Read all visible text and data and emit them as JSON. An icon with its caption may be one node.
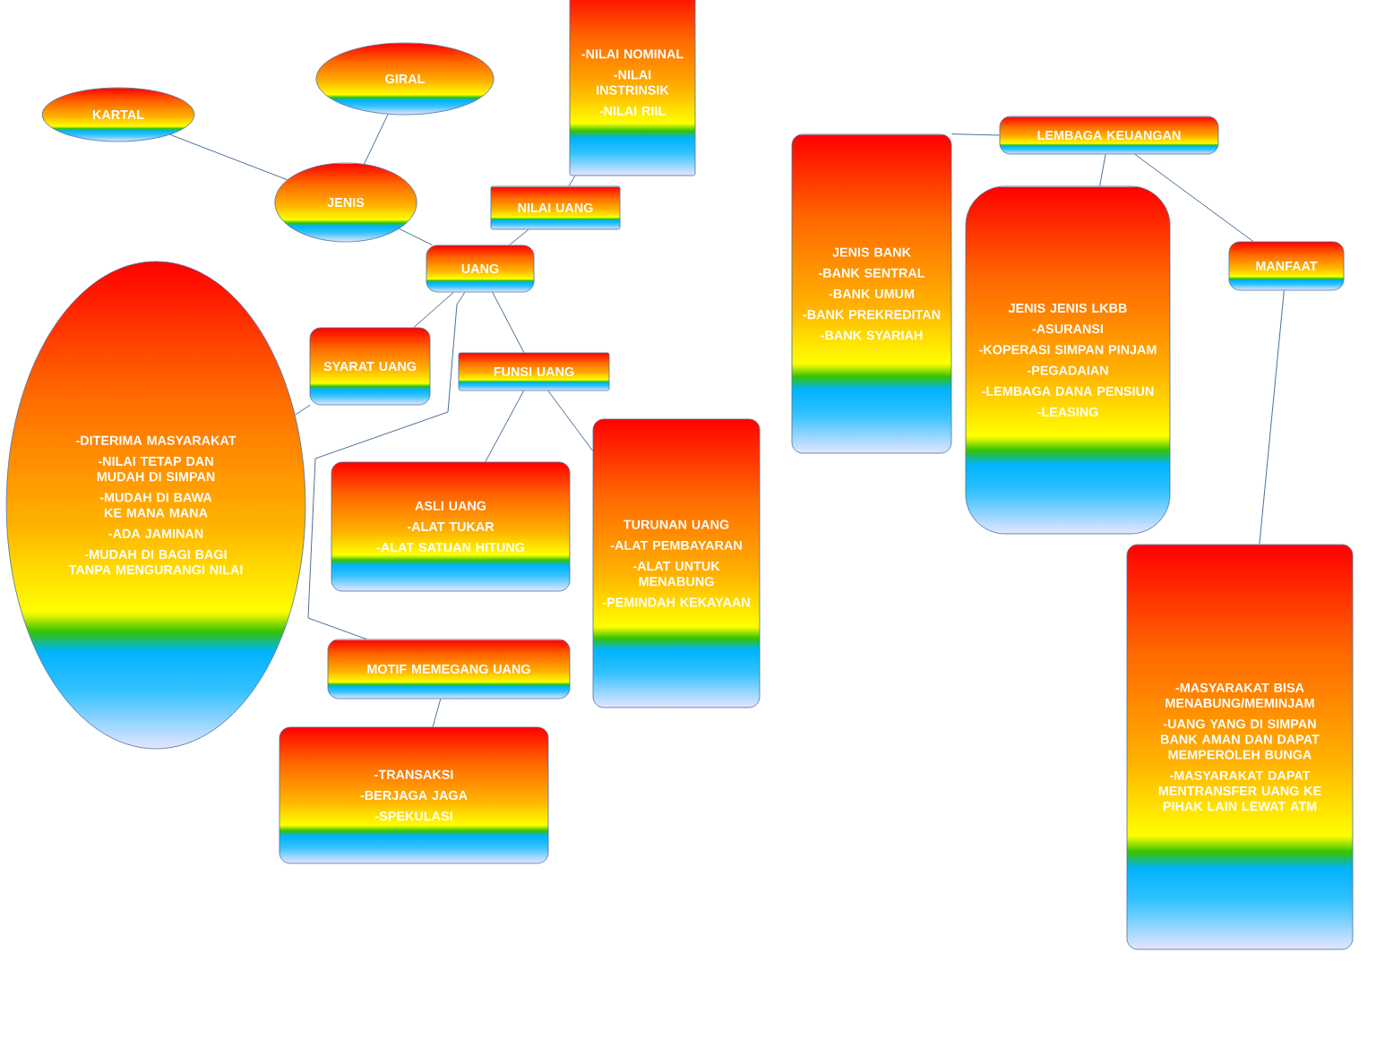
{
  "diagram": {
    "nodes": [
      {
        "text": [
          "KARTAL"
        ]
      },
      {
        "text": [
          "GIRAL"
        ]
      },
      {
        "text": [
          "JENIS"
        ]
      },
      {
        "text": [
          "-NILAI NOMINAL",
          "-NILAI INSTRINSIK",
          "-NILAI RIIL"
        ]
      },
      {
        "text": [
          "NILAI UANG"
        ]
      },
      {
        "text": [
          "UANG"
        ]
      },
      {
        "text": [
          "-DITERIMA MASYARAKAT",
          "-NILAI TETAP DAN MUDAH DI SIMPAN",
          "-MUDAH DI BAWA KE MANA MANA",
          "-ADA JAMINAN",
          "-MUDAH DI BAGI BAGI TANPA MENGURANGI NILAI"
        ]
      },
      {
        "text": [
          "SYARAT UANG"
        ]
      },
      {
        "text": [
          "FUNSI UANG"
        ]
      },
      {
        "text": [
          "ASLI UANG",
          "-ALAT TUKAR",
          "-ALAT SATUAN HITUNG"
        ]
      },
      {
        "text": [
          "TURUNAN UANG",
          "-ALAT PEMBAYARAN",
          "-ALAT UNTUK MENABUNG",
          "-PEMINDAH KEKAYAAN"
        ]
      },
      {
        "text": [
          "MOTIF MEMEGANG UANG"
        ]
      },
      {
        "text": [
          "-TRANSAKSI",
          "-BERJAGA JAGA",
          "-SPEKULASI"
        ]
      },
      {
        "text": [
          "JENIS BANK",
          "-BANK SENTRAL",
          "-BANK UMUM",
          "-BANK PREKREDITAN",
          "-BANK SYARIAH"
        ]
      },
      {
        "text": [
          "LEMBAGA KEUANGAN"
        ]
      },
      {
        "text": [
          "JENIS JENIS LKBB",
          "-ASURANSI",
          "-KOPERASI SIMPAN PINJAM",
          "-PEGADAIAN",
          "-LEMBAGA DANA PENSIUN",
          "-LEASING"
        ]
      },
      {
        "text": [
          "MANFAAT"
        ]
      },
      {
        "text": [
          "-MASYARAKAT BISA MENABUNG/MEMINJAM",
          "-UANG YANG DI SIMPAN BANK AMAN DAN DAPAT MEMPEROLEH BUNGA",
          "-MASYARAKAT DAPAT MENTRANSFER UANG KE PIHAK LAIN LEWAT ATM"
        ]
      }
    ],
    "edges": [
      {
        "from": 0,
        "to": 2,
        "arrow": "none"
      },
      {
        "from": 1,
        "to": 2,
        "arrow": "none"
      },
      {
        "from": 2,
        "to": 5,
        "arrow": "none"
      },
      {
        "from": 5,
        "to": 4,
        "arrow": "none"
      },
      {
        "from": 4,
        "to": 3,
        "arrow": "none"
      },
      {
        "from": 7,
        "to": 6,
        "arrow": "none"
      },
      {
        "from": 5,
        "to": 7,
        "arrow": "none"
      },
      {
        "from": 5,
        "to": 8,
        "arrow": "none"
      },
      {
        "from": 5,
        "to": 11,
        "arrow": "none"
      },
      {
        "from": 8,
        "to": 9,
        "arrow": "none"
      },
      {
        "from": 8,
        "to": 10,
        "arrow": "none"
      },
      {
        "from": 11,
        "to": 12,
        "arrow": "none"
      },
      {
        "from": 13,
        "to": 14,
        "arrow": "none"
      },
      {
        "from": 14,
        "to": 15,
        "arrow": "none"
      },
      {
        "from": 14,
        "to": 16,
        "arrow": "none"
      },
      {
        "from": 16,
        "to": 17,
        "arrow": "none"
      }
    ]
  }
}
